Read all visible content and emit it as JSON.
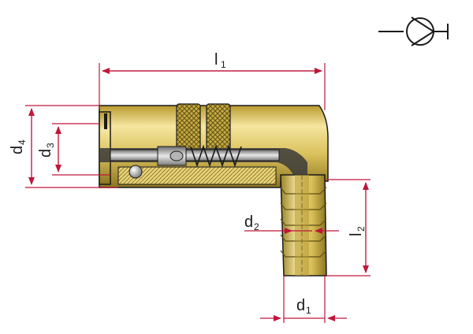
{
  "colors": {
    "brass": "#d8c05a",
    "brass_light": "#f2e39a",
    "brass_dark": "#8a7420",
    "dimension": "#c0163a",
    "outline": "#1a1a1a",
    "steel": "#9a9a9a"
  },
  "symbol": {
    "icon": "check-valve-symbol-icon"
  },
  "labels": {
    "l1": {
      "letter": "l",
      "sub": "1"
    },
    "l2": {
      "letter": "l",
      "sub": "2"
    },
    "d1": {
      "letter": "d",
      "sub": "1"
    },
    "d2": {
      "letter": "d",
      "sub": "2"
    },
    "d3": {
      "letter": "d",
      "sub": "3"
    },
    "d4": {
      "letter": "d",
      "sub": "4"
    }
  }
}
